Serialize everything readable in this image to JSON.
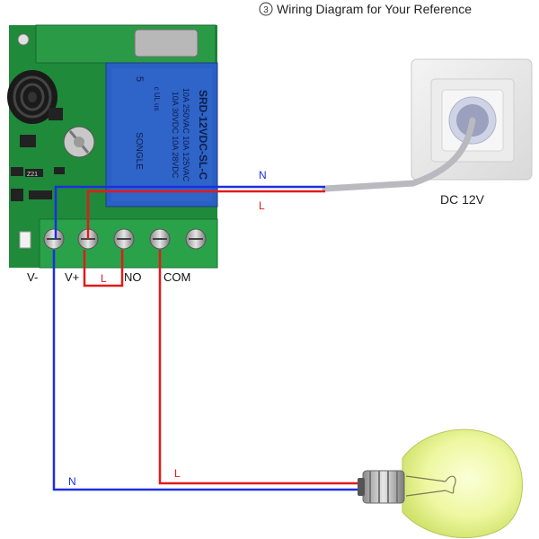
{
  "title": {
    "step_number": "3",
    "text": "Wiring Diagram for Your Reference"
  },
  "board": {
    "chip_label": "Z21",
    "relay": {
      "brand": "SONGLE",
      "pin_count": "5",
      "model": "SRD-12VDC-SL-C",
      "rating_1": "10A 250VAC  10A 125VAC",
      "rating_2": "10A 30VDC   10A 28VDC",
      "cert": "c UL us"
    }
  },
  "terminals": {
    "v_minus": "V-",
    "v_plus": "V+",
    "jumper_label": "L",
    "no": "NO",
    "com": "COM"
  },
  "power_source": {
    "label": "DC 12V",
    "wire_n": "N",
    "wire_l": "L"
  },
  "load": {
    "wire_n": "N",
    "wire_l": "L"
  },
  "colors": {
    "neutral_wire": "#1b2fe0",
    "live_wire": "#e01b1b",
    "pcb_green": "#1f8a3a",
    "terminal_green": "#2aa24a",
    "relay_blue": "#2a5fc4"
  }
}
